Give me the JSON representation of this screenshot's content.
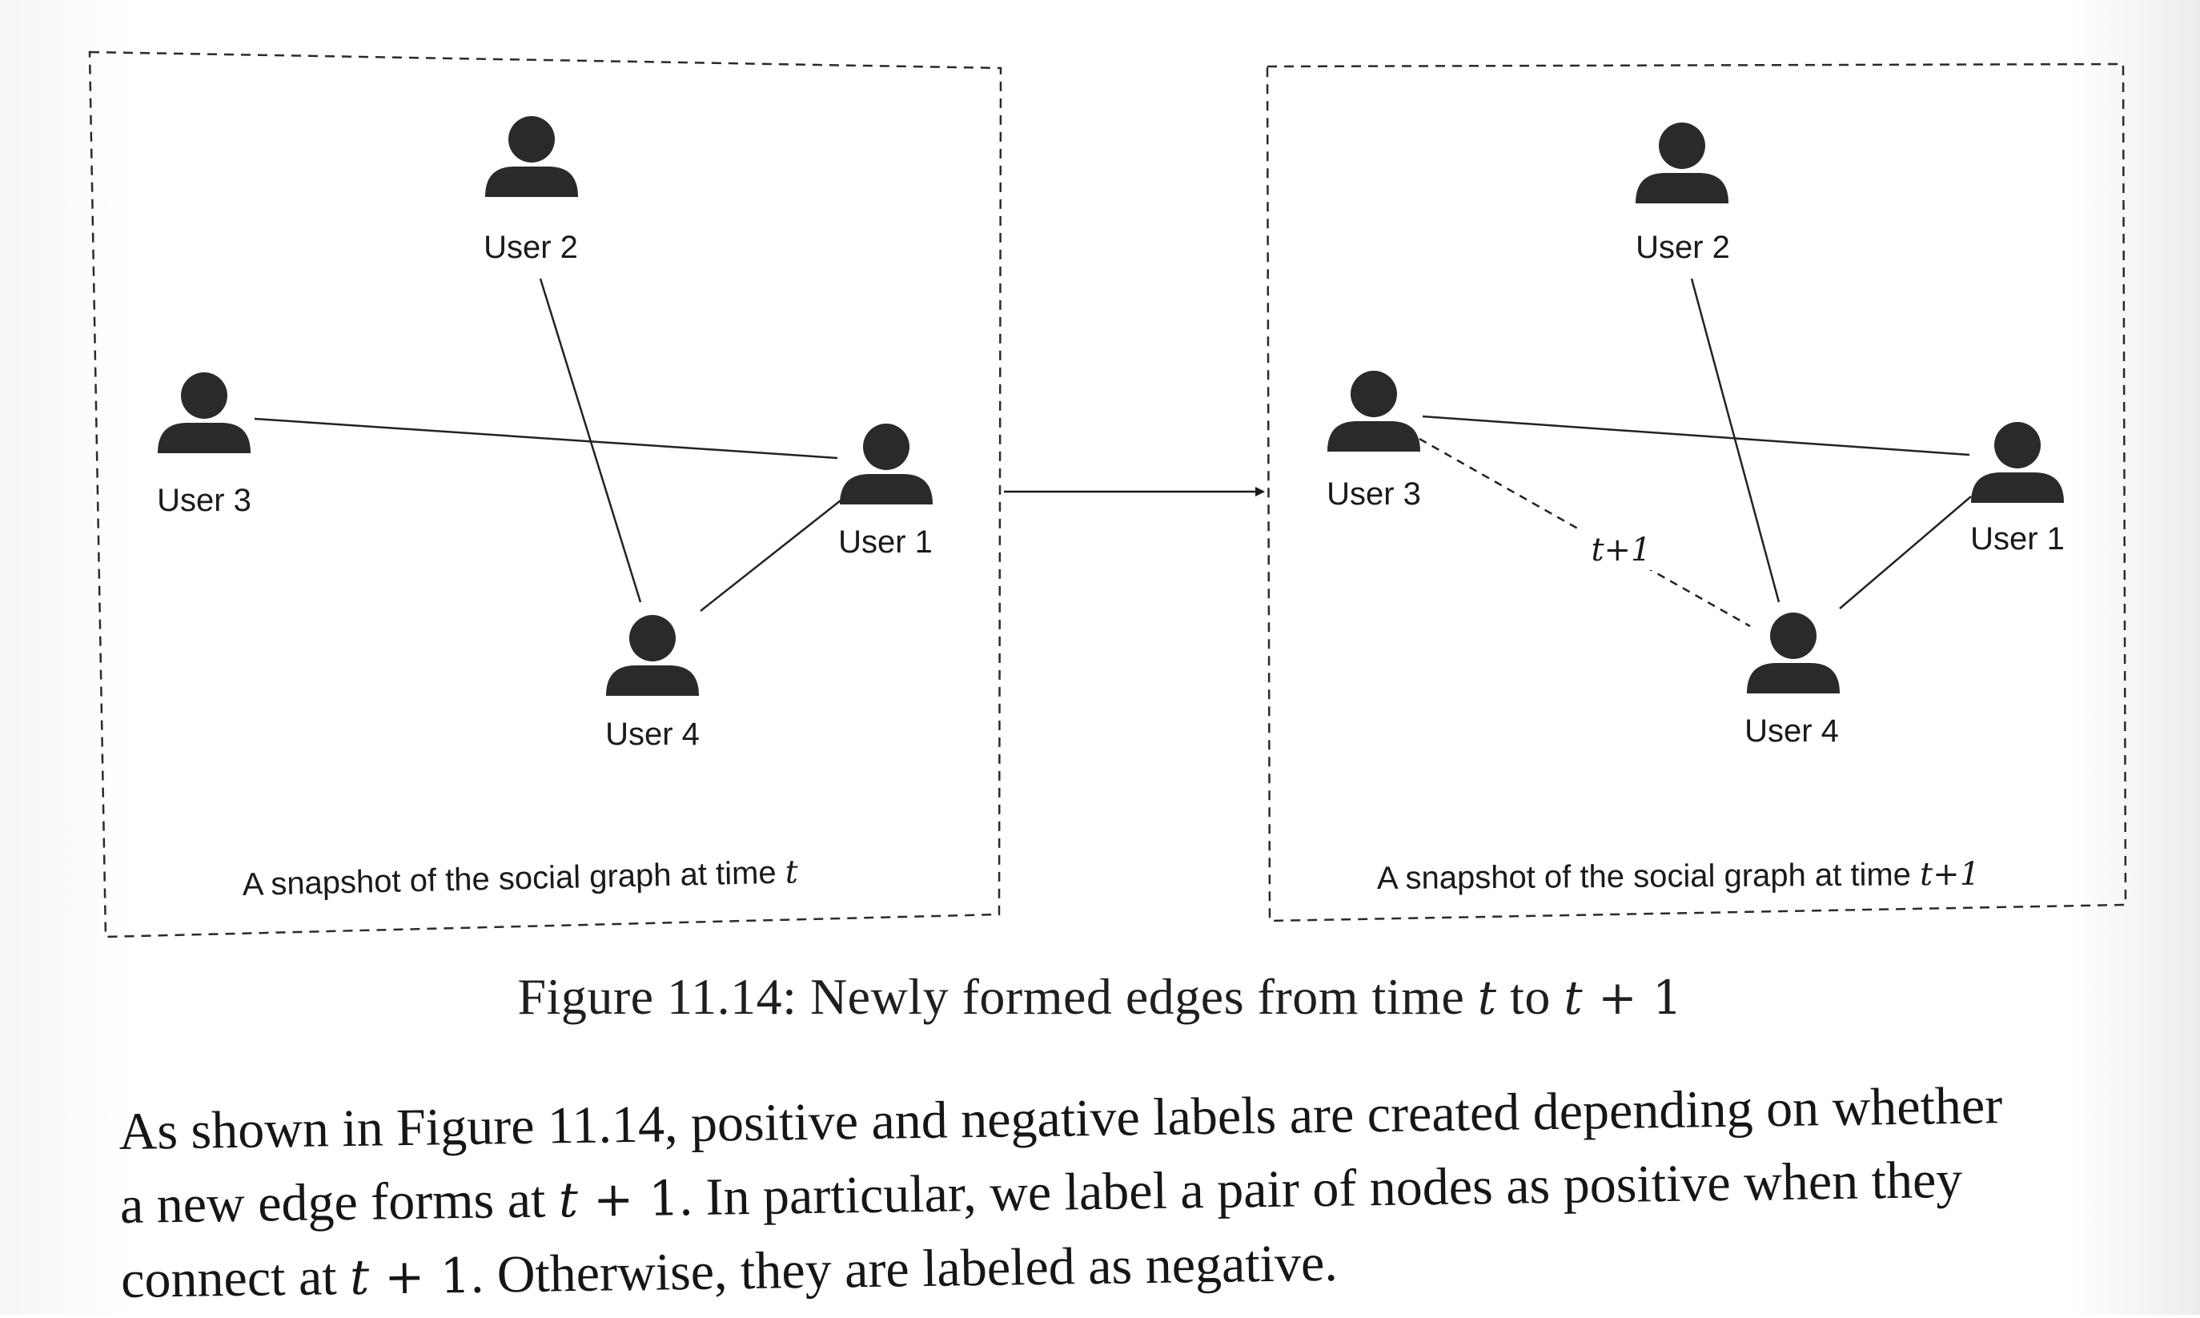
{
  "diagram": {
    "left_panel": {
      "users": [
        "User 2",
        "User 3",
        "User 1",
        "User 4"
      ],
      "caption_text": "A snapshot of the social graph at time ",
      "caption_var": "t"
    },
    "right_panel": {
      "users": [
        "User 2",
        "User 3",
        "User 1",
        "User 4"
      ],
      "caption_text": "A snapshot of the social graph at time ",
      "caption_var": "t+1",
      "new_edge_label": "t+1"
    }
  },
  "figure_caption": {
    "prefix": "Figure 11.14: Newly formed edges from time ",
    "var_t": "t",
    "to_word": " to ",
    "var_t2": "t",
    "plus": " + ",
    "one": "1"
  },
  "paragraph": {
    "line1": "As shown in Figure 11.14, positive and negative labels are created depending on whether",
    "line2_a": "a new edge forms at ",
    "line2_t": "t",
    "line2_plus": " + ",
    "line2_one": "1",
    "line2_b": ". In particular, we label a pair of nodes as positive when they",
    "line3_a": "connect at ",
    "line3_t": "t",
    "line3_plus": " + ",
    "line3_one": "1",
    "line3_b": ". Otherwise, they are labeled as negative."
  }
}
